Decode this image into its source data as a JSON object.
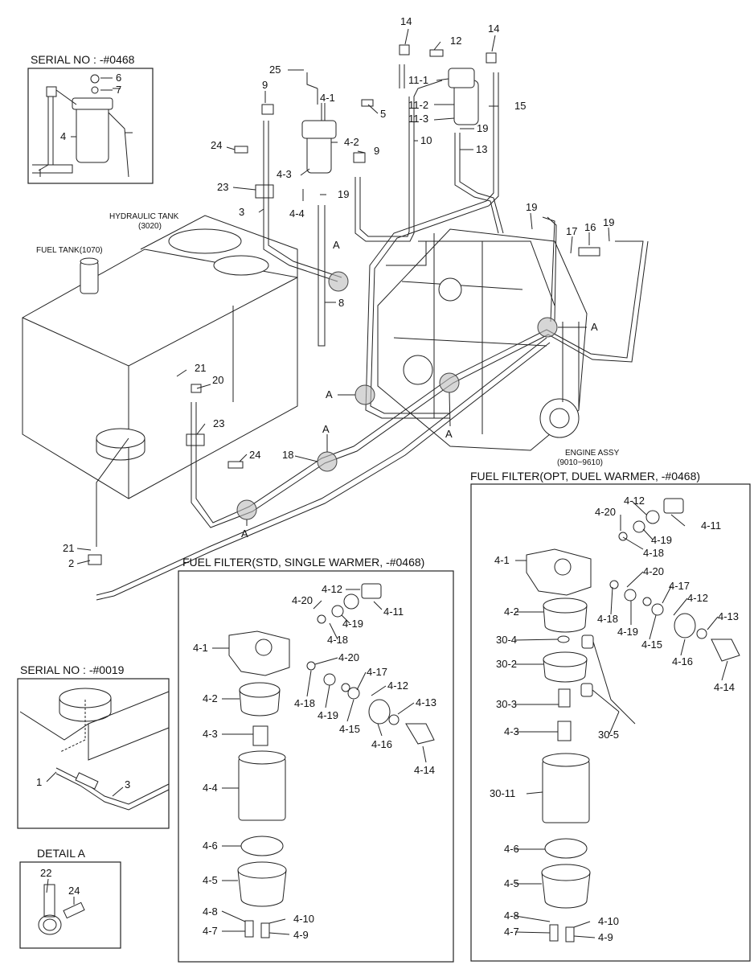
{
  "diagram": {
    "insets": {
      "serial_0468": "SERIAL NO : -#0468",
      "serial_0019": "SERIAL NO : -#0019",
      "detail_a": "DETAIL  A"
    },
    "components": {
      "hydraulic_tank": "HYDRAULIC TANK",
      "hydraulic_tank_code": "(3020)",
      "fuel_tank": "FUEL TANK(1070)",
      "engine_assy": "ENGINE ASSY",
      "engine_assy_code": "(9010~9610)"
    },
    "panels": {
      "std_filter": "FUEL FILTER(STD, SINGLE WARMER, -#0468)",
      "opt_filter": "FUEL FILTER(OPT, DUEL WARMER, -#0468)"
    },
    "callouts": {
      "main": [
        {
          "id": "c25",
          "text": "25"
        },
        {
          "id": "c4_1",
          "text": "4-1"
        },
        {
          "id": "c5",
          "text": "5"
        },
        {
          "id": "c9a",
          "text": "9"
        },
        {
          "id": "c9b",
          "text": "9"
        },
        {
          "id": "c4_2",
          "text": "4-2"
        },
        {
          "id": "c24a",
          "text": "24"
        },
        {
          "id": "c4_3",
          "text": "4-3"
        },
        {
          "id": "c19a",
          "text": "19"
        },
        {
          "id": "c23a",
          "text": "23"
        },
        {
          "id": "c3",
          "text": "3"
        },
        {
          "id": "c4_4",
          "text": "4-4"
        },
        {
          "id": "c8",
          "text": "8"
        },
        {
          "id": "c14a",
          "text": "14"
        },
        {
          "id": "c12",
          "text": "12"
        },
        {
          "id": "c14b",
          "text": "14"
        },
        {
          "id": "c11_1",
          "text": "11-1"
        },
        {
          "id": "c11_2",
          "text": "11-2"
        },
        {
          "id": "c11_3",
          "text": "11-3"
        },
        {
          "id": "c15",
          "text": "15"
        },
        {
          "id": "c19b",
          "text": "19"
        },
        {
          "id": "c10",
          "text": "10"
        },
        {
          "id": "c13",
          "text": "13"
        },
        {
          "id": "c19c",
          "text": "19"
        },
        {
          "id": "c17",
          "text": "17"
        },
        {
          "id": "c16",
          "text": "16"
        },
        {
          "id": "c19d",
          "text": "19"
        },
        {
          "id": "cA1",
          "text": "A"
        },
        {
          "id": "cA2",
          "text": "A"
        },
        {
          "id": "cA3",
          "text": "A"
        },
        {
          "id": "cA4",
          "text": "A"
        },
        {
          "id": "cA5",
          "text": "A"
        },
        {
          "id": "cA6",
          "text": "A"
        },
        {
          "id": "c21a",
          "text": "21"
        },
        {
          "id": "c20",
          "text": "20"
        },
        {
          "id": "c23b",
          "text": "23"
        },
        {
          "id": "c24b",
          "text": "24"
        },
        {
          "id": "c18",
          "text": "18"
        },
        {
          "id": "c21b",
          "text": "21"
        },
        {
          "id": "c2",
          "text": "2"
        },
        {
          "id": "c6",
          "text": "6"
        },
        {
          "id": "c7",
          "text": "7"
        },
        {
          "id": "c4",
          "text": "4"
        },
        {
          "id": "c1",
          "text": "1"
        },
        {
          "id": "c3b",
          "text": "3"
        },
        {
          "id": "c22",
          "text": "22"
        },
        {
          "id": "c24c",
          "text": "24"
        }
      ],
      "std": [
        {
          "id": "s4_12",
          "text": "4-12"
        },
        {
          "id": "s4_20a",
          "text": "4-20"
        },
        {
          "id": "s4_11",
          "text": "4-11"
        },
        {
          "id": "s4_19a",
          "text": "4-19"
        },
        {
          "id": "s4_18a",
          "text": "4-18"
        },
        {
          "id": "s4_1",
          "text": "4-1"
        },
        {
          "id": "s4_20b",
          "text": "4-20"
        },
        {
          "id": "s4_17",
          "text": "4-17"
        },
        {
          "id": "s4_12b",
          "text": "4-12"
        },
        {
          "id": "s4_2",
          "text": "4-2"
        },
        {
          "id": "s4_18b",
          "text": "4-18"
        },
        {
          "id": "s4_19b",
          "text": "4-19"
        },
        {
          "id": "s4_13",
          "text": "4-13"
        },
        {
          "id": "s4_15",
          "text": "4-15"
        },
        {
          "id": "s4_3",
          "text": "4-3"
        },
        {
          "id": "s4_16",
          "text": "4-16"
        },
        {
          "id": "s4_14",
          "text": "4-14"
        },
        {
          "id": "s4_4",
          "text": "4-4"
        },
        {
          "id": "s4_6",
          "text": "4-6"
        },
        {
          "id": "s4_5",
          "text": "4-5"
        },
        {
          "id": "s4_8",
          "text": "4-8"
        },
        {
          "id": "s4_10",
          "text": "4-10"
        },
        {
          "id": "s4_7",
          "text": "4-7"
        },
        {
          "id": "s4_9",
          "text": "4-9"
        }
      ],
      "opt": [
        {
          "id": "o4_12",
          "text": "4-12"
        },
        {
          "id": "o4_20a",
          "text": "4-20"
        },
        {
          "id": "o4_11",
          "text": "4-11"
        },
        {
          "id": "o4_19a",
          "text": "4-19"
        },
        {
          "id": "o4_18a",
          "text": "4-18"
        },
        {
          "id": "o4_1",
          "text": "4-1"
        },
        {
          "id": "o4_20b",
          "text": "4-20"
        },
        {
          "id": "o4_17",
          "text": "4-17"
        },
        {
          "id": "o4_12b",
          "text": "4-12"
        },
        {
          "id": "o4_2",
          "text": "4-2"
        },
        {
          "id": "o4_18b",
          "text": "4-18"
        },
        {
          "id": "o4_19b",
          "text": "4-19"
        },
        {
          "id": "o4_13",
          "text": "4-13"
        },
        {
          "id": "o4_15",
          "text": "4-15"
        },
        {
          "id": "o4_16",
          "text": "4-16"
        },
        {
          "id": "o4_14",
          "text": "4-14"
        },
        {
          "id": "o30_4",
          "text": "30-4"
        },
        {
          "id": "o30_2",
          "text": "30-2"
        },
        {
          "id": "o30_3",
          "text": "30-3"
        },
        {
          "id": "o30_5",
          "text": "30-5"
        },
        {
          "id": "o4_3",
          "text": "4-3"
        },
        {
          "id": "o30_11",
          "text": "30-11"
        },
        {
          "id": "o4_6",
          "text": "4-6"
        },
        {
          "id": "o4_5",
          "text": "4-5"
        },
        {
          "id": "o4_8",
          "text": "4-8"
        },
        {
          "id": "o4_10",
          "text": "4-10"
        },
        {
          "id": "o4_7",
          "text": "4-7"
        },
        {
          "id": "o4_9",
          "text": "4-9"
        }
      ]
    }
  }
}
